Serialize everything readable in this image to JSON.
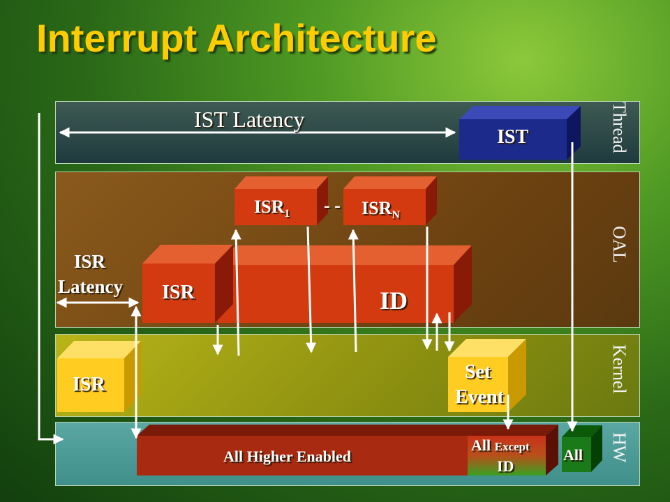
{
  "title": "Interrupt Architecture",
  "bands": {
    "thread": "Thread",
    "oal": "OAL",
    "kernel": "Kernel",
    "hw": "HW"
  },
  "labels": {
    "ist_latency": "IST Latency",
    "ist": "IST",
    "isr1_main": "ISR",
    "isr1_sub": "1",
    "isrn_main": "ISR",
    "isrn_sub": "N",
    "dashes": "- -",
    "isr_latency_1": "ISR",
    "isr_latency_2": "Latency",
    "isr_oal": "ISR",
    "id": "ID",
    "isr_kernel": "ISR",
    "set": "Set",
    "event": "Event",
    "all_higher": "All Higher Enabled",
    "all_except_1": "All",
    "all_except_1b": "Except",
    "all_except_2": "ID",
    "all": "All"
  },
  "colors": {
    "title": "#ffcc00",
    "ist_box": "#1c2a8c",
    "oal_box": "#d43a10",
    "kernel_box": "#ffcc22",
    "hw_box": "#a82a10",
    "all_box": "#1a7a1a"
  }
}
